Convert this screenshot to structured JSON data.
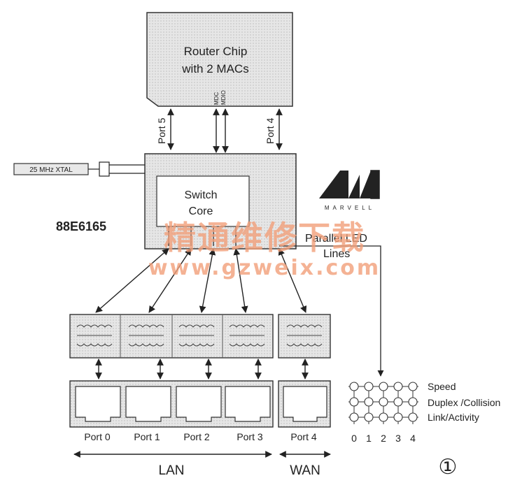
{
  "router": {
    "line1": "Router Chip",
    "line2": "with 2 MACs",
    "mdc": "MDC",
    "mdio": "MDIO",
    "port5": "Port 5",
    "port4": "Port 4"
  },
  "xtal": "25 MHz XTAL",
  "chip": {
    "name": "88E6165",
    "core1": "Switch",
    "core2": "Core"
  },
  "logo": {
    "text": "MARVELL"
  },
  "led": {
    "line1": "Parallel LED",
    "line2": "Lines"
  },
  "ports": [
    "Port 0",
    "Port 1",
    "Port 2",
    "Port 3",
    "Port 4"
  ],
  "groups": {
    "lan": "LAN",
    "wan": "WAN"
  },
  "led_matrix": {
    "rows": [
      "Speed",
      "Duplex /Collision",
      "Link/Activity"
    ],
    "cols": [
      "0",
      "1",
      "2",
      "3",
      "4"
    ]
  },
  "figure_mark": "①",
  "watermark": {
    "cn": "精通维修下载",
    "url": "www.gzweix.com"
  }
}
